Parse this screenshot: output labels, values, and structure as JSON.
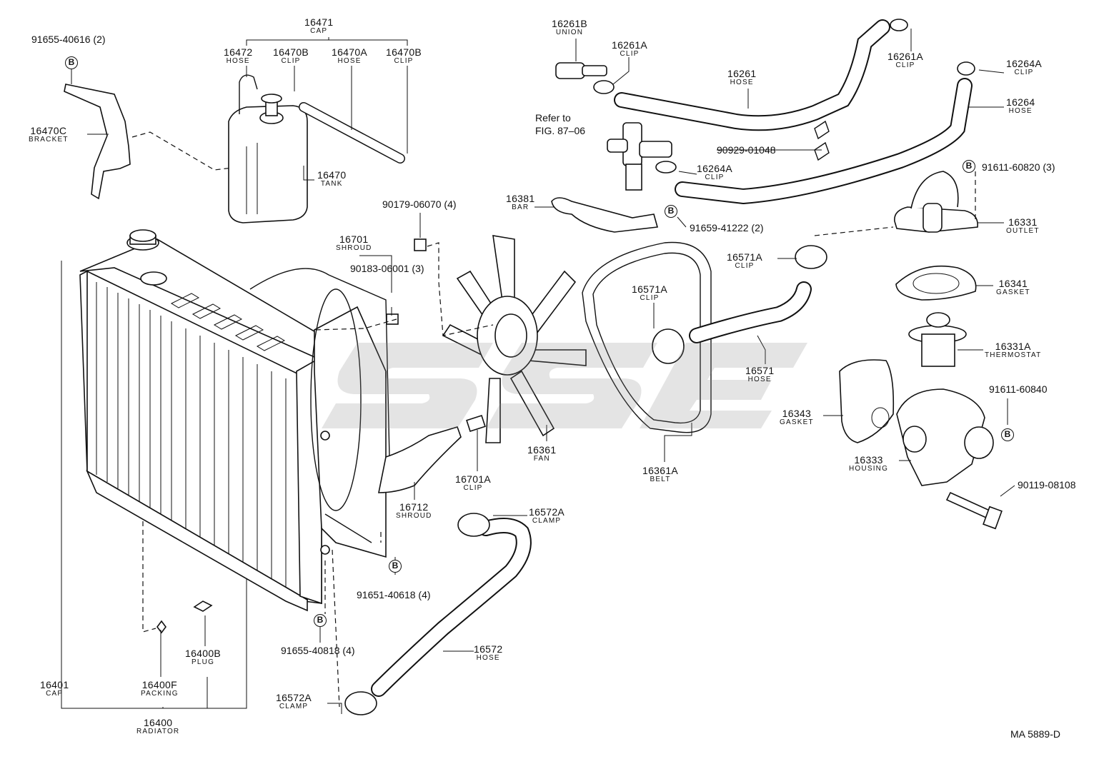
{
  "figure_code": "MA 5889-D",
  "watermark_text": "SSE",
  "bolt_marker": "B",
  "refer": {
    "line1": "Refer to",
    "line2": "FIG. 87–06"
  },
  "labels": {
    "p91655_40616": "91655-40616 (2)",
    "p16470C": {
      "num": "16470C",
      "name": "BRACKET"
    },
    "p16471": {
      "num": "16471",
      "name": "CAP"
    },
    "p16472": {
      "num": "16472",
      "name": "HOSE"
    },
    "p16470B_1": {
      "num": "16470B",
      "name": "CLIP"
    },
    "p16470A": {
      "num": "16470A",
      "name": "HOSE"
    },
    "p16470B_2": {
      "num": "16470B",
      "name": "CLIP"
    },
    "p16470": {
      "num": "16470",
      "name": "TANK"
    },
    "p16261B": {
      "num": "16261B",
      "name": "UNION"
    },
    "p16261A_1": {
      "num": "16261A",
      "name": "CLIP"
    },
    "p16261A_2": {
      "num": "16261A",
      "name": "CLIP"
    },
    "p16261": {
      "num": "16261",
      "name": "HOSE"
    },
    "p16264A_1": {
      "num": "16264A",
      "name": "CLIP"
    },
    "p16264": {
      "num": "16264",
      "name": "HOSE"
    },
    "p90929_01048": "90929-01048",
    "p16264A_2": {
      "num": "16264A",
      "name": "CLIP"
    },
    "p91611_60820": "91611-60820 (3)",
    "p16381": {
      "num": "16381",
      "name": "BAR"
    },
    "p91659_41222": "91659-41222 (2)",
    "p16331": {
      "num": "16331",
      "name": "OUTLET"
    },
    "p90179_06070": "90179-06070 (4)",
    "p16701": {
      "num": "16701",
      "name": "SHROUD"
    },
    "p90183_06001": "90183-06001 (3)",
    "p16571A_1": {
      "num": "16571A",
      "name": "CLIP"
    },
    "p16571A_2": {
      "num": "16571A",
      "name": "CLIP"
    },
    "p16341": {
      "num": "16341",
      "name": "GASKET"
    },
    "p16331A": {
      "num": "16331A",
      "name": "THERMOSTAT"
    },
    "p16571": {
      "num": "16571",
      "name": "HOSE"
    },
    "p91611_60840": "91611-60840",
    "p16343": {
      "num": "16343",
      "name": "GASKET"
    },
    "p16333": {
      "num": "16333",
      "name": "HOUSING"
    },
    "p90119_08108": "90119-08108",
    "p16361": {
      "num": "16361",
      "name": "FAN"
    },
    "p16361A": {
      "num": "16361A",
      "name": "BELT"
    },
    "p16701A": {
      "num": "16701A",
      "name": "CLIP"
    },
    "p16712": {
      "num": "16712",
      "name": "SHROUD"
    },
    "p16572A_1": {
      "num": "16572A",
      "name": "CLAMP"
    },
    "p91651_40618": "91651-40618 (4)",
    "p91655_40818": "91655-40818 (4)",
    "p16400B": {
      "num": "16400B",
      "name": "PLUG"
    },
    "p16572": {
      "num": "16572",
      "name": "HOSE"
    },
    "p16401": {
      "num": "16401",
      "name": "CAP"
    },
    "p16400F": {
      "num": "16400F",
      "name": "PACKING"
    },
    "p16400": {
      "num": "16400",
      "name": "RADIATOR"
    },
    "p16572A_2": {
      "num": "16572A",
      "name": "CLAMP"
    }
  }
}
